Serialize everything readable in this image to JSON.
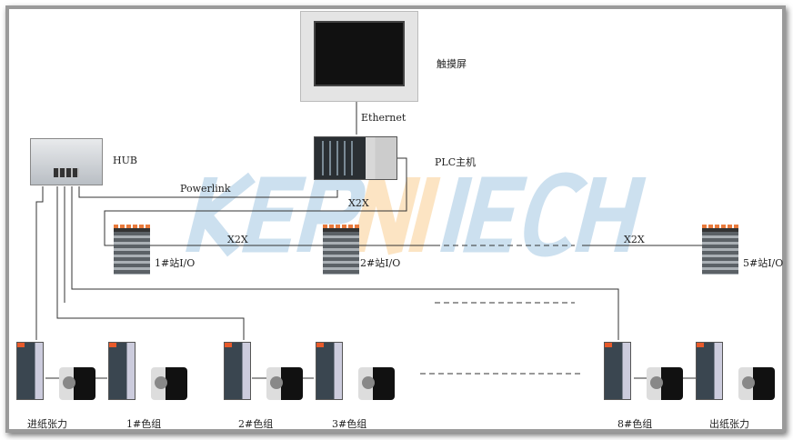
{
  "watermark": {
    "logo_text": "KEPNIECH"
  },
  "labels": {
    "touchscreen": "触摸屏",
    "ethernet": "Ethernet",
    "plc": "PLC主机",
    "hub": "HUB",
    "powerlink": "Powerlink",
    "x2x_1": "X2X",
    "x2x_2": "X2X",
    "x2x_3": "X2X",
    "io1": "1#站I/O",
    "io2": "2#站I/O",
    "io5": "5#站I/O"
  },
  "drives": [
    "进纸张力",
    "1#色组",
    "2#色组",
    "3#色组",
    "8#色组",
    "出纸张力"
  ]
}
